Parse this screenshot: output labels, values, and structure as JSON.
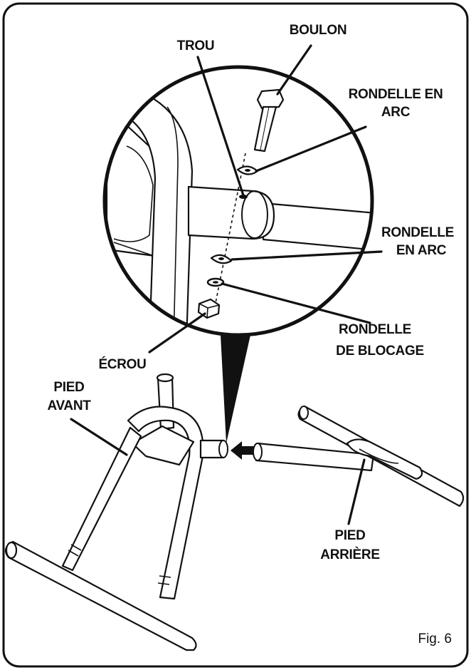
{
  "figure": {
    "caption": "Fig. 6"
  },
  "labels": {
    "bolt": "BOULON",
    "hole": "TROU",
    "curved_washer_top_1": "RONDELLE EN",
    "curved_washer_top_2": "ARC",
    "curved_washer_bottom_1": "RONDELLE",
    "curved_washer_bottom_2": "EN ARC",
    "lock_washer_1": "RONDELLE",
    "lock_washer_2": "DE BLOCAGE",
    "nut": "ÉCROU",
    "front_leg_1": "PIED",
    "front_leg_2": "AVANT",
    "rear_leg_1": "PIED",
    "rear_leg_2": "ARRIÈRE"
  },
  "colors": {
    "ink": "#111111",
    "paper": "#ffffff"
  },
  "icons": [
    "arrow-right-icon"
  ]
}
